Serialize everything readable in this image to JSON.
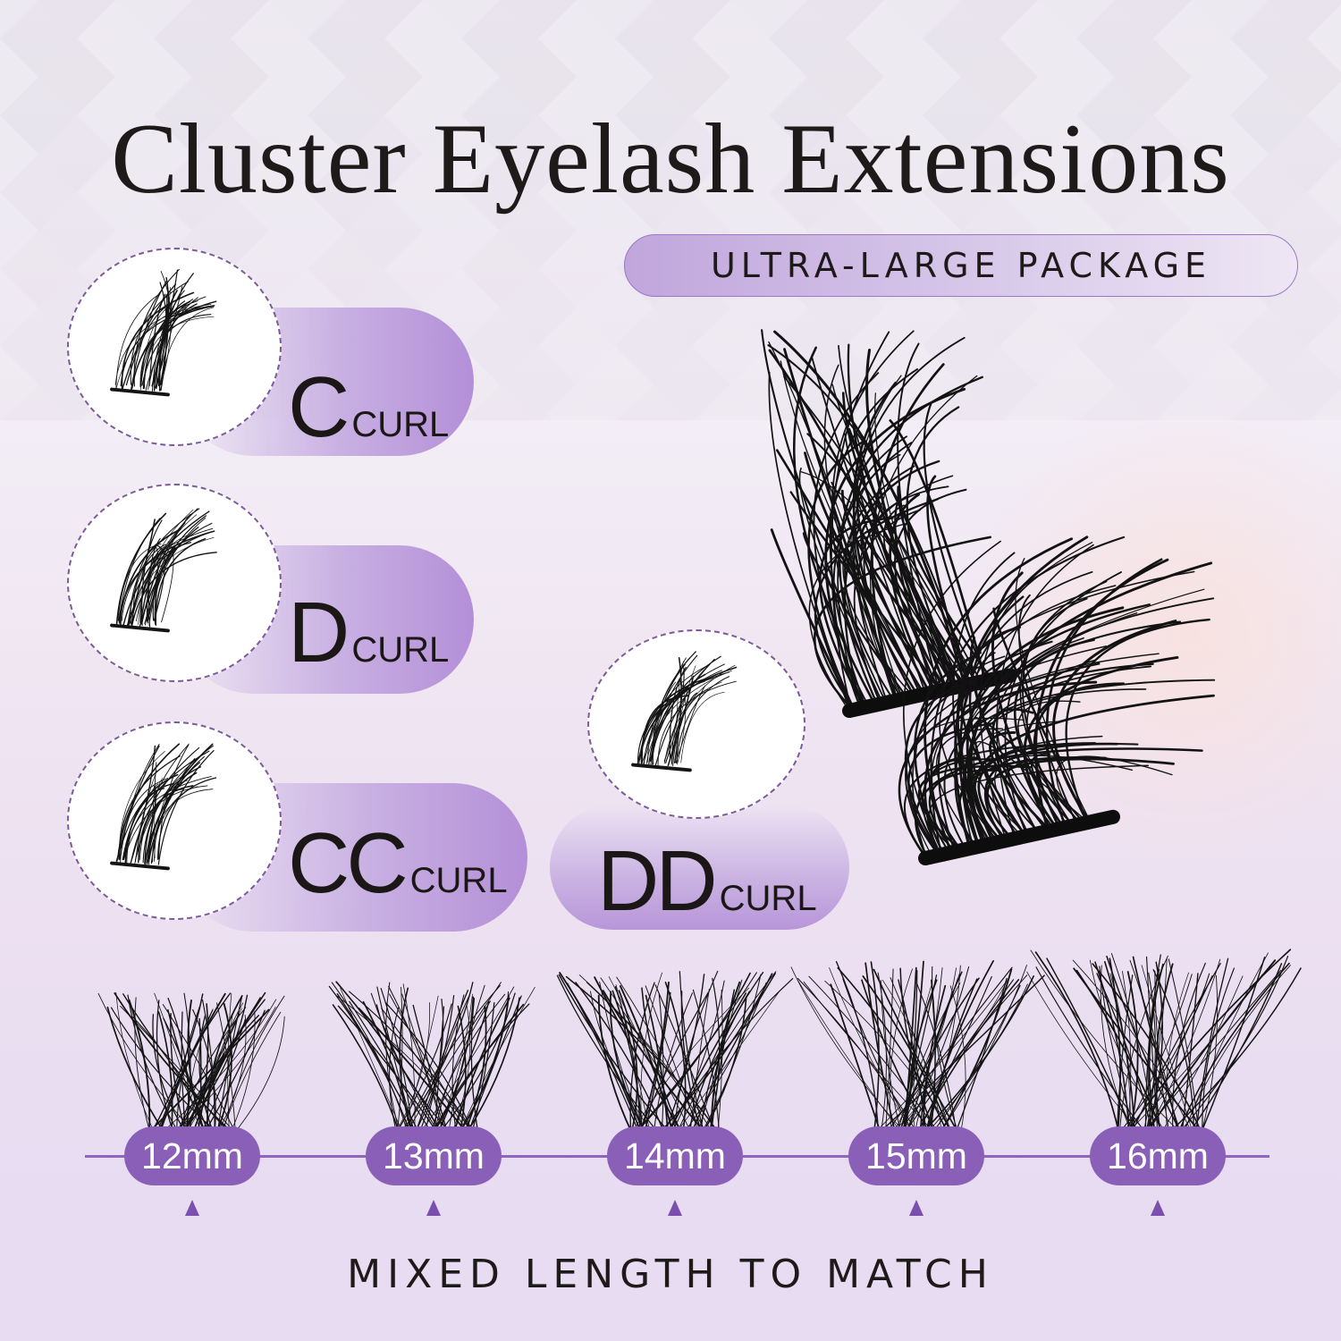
{
  "title": "Cluster Eyelash Extensions",
  "package_label": "ULTRA-LARGE PACKAGE",
  "curls": [
    {
      "big": "C",
      "small": "CURL"
    },
    {
      "big": "D",
      "small": "CURL"
    },
    {
      "big": "CC",
      "small": "CURL"
    },
    {
      "big": "DD",
      "small": "CURL"
    }
  ],
  "lengths": [
    "12mm",
    "13mm",
    "14mm",
    "15mm",
    "16mm"
  ],
  "footer": "MIXED LENGTH TO MATCH",
  "colors": {
    "accent": "#8a5fb7",
    "pill_light": "#c8b0e2",
    "text": "#1f1a1a"
  }
}
